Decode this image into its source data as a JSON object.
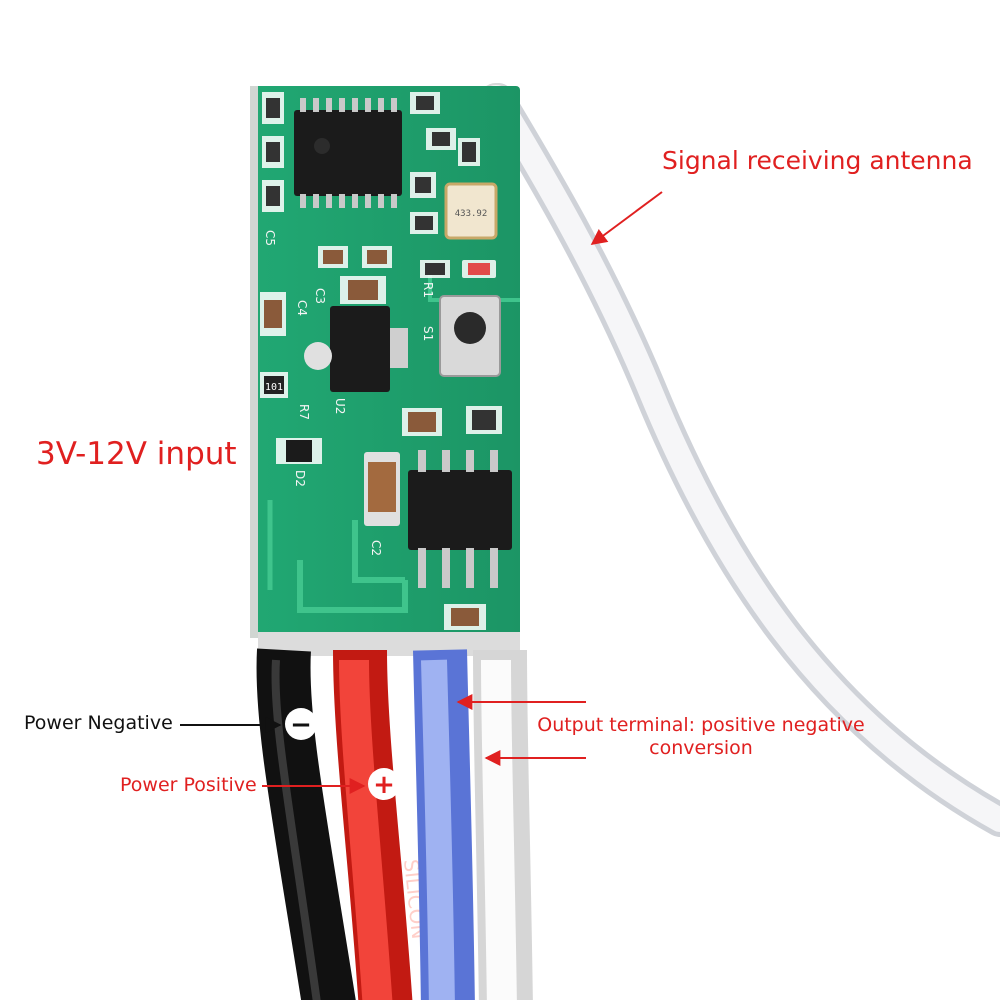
{
  "labels": {
    "antenna": "Signal receiving antenna",
    "input": "3V-12V input",
    "power_negative": "Power Negative",
    "power_positive": "Power Positive",
    "output_terminal": "Output terminal: positive negative conversion"
  },
  "symbols": {
    "negative": "−",
    "positive": "+"
  },
  "silkscreen": [
    "C5",
    "C3",
    "C4",
    "R1",
    "S1",
    "R7",
    "U2",
    "D2",
    "C2"
  ],
  "component_markings": {
    "resistor": "101",
    "crystal": "433.92"
  },
  "wire_print": "SILICON",
  "colors": {
    "pcb": "#1f9e6a",
    "label_red": "#e02020",
    "wire_black": "#1a1a1a",
    "wire_red": "#e8281c",
    "wire_blue": "#7d95e8",
    "wire_white": "#f3f3f3"
  }
}
